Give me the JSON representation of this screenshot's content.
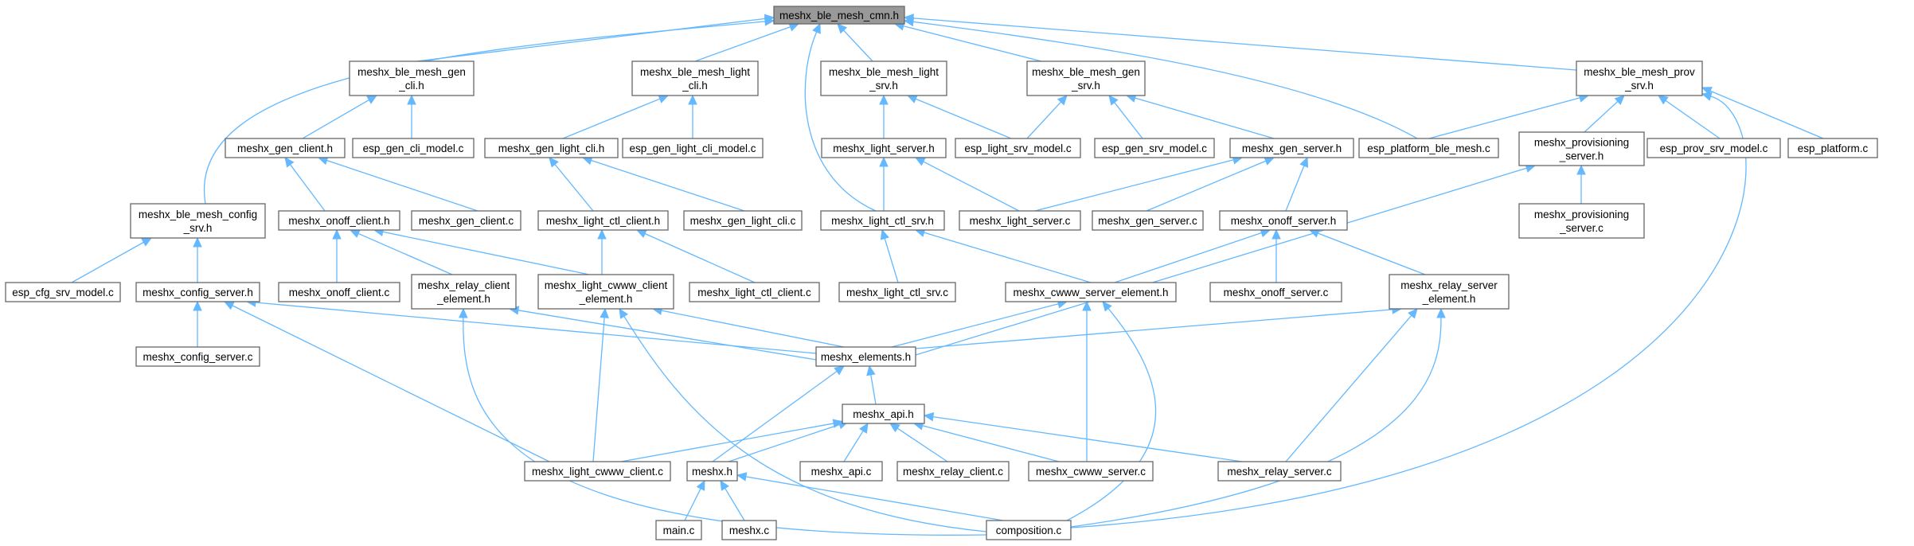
{
  "diagram": {
    "root": "meshx_ble_mesh_cmn.h",
    "nodes": [
      {
        "id": "cmn",
        "lines": [
          "meshx_ble_mesh_cmn.h"
        ],
        "root": true
      },
      {
        "id": "gencli_h",
        "lines": [
          "meshx_ble_mesh_gen",
          "_cli.h"
        ]
      },
      {
        "id": "lightcli_h",
        "lines": [
          "meshx_ble_mesh_light",
          "_cli.h"
        ]
      },
      {
        "id": "lightsrv_h",
        "lines": [
          "meshx_ble_mesh_light",
          "_srv.h"
        ]
      },
      {
        "id": "gensrv_h",
        "lines": [
          "meshx_ble_mesh_gen",
          "_srv.h"
        ]
      },
      {
        "id": "prov_h",
        "lines": [
          "meshx_ble_mesh_prov",
          "_srv.h"
        ]
      },
      {
        "id": "gen_client_h",
        "lines": [
          "meshx_gen_client.h"
        ]
      },
      {
        "id": "esp_gen_cli_model",
        "lines": [
          "esp_gen_cli_model.c"
        ]
      },
      {
        "id": "gen_light_cli_h",
        "lines": [
          "meshx_gen_light_cli.h"
        ]
      },
      {
        "id": "esp_gen_light_cli_model",
        "lines": [
          "esp_gen_light_cli_model.c"
        ]
      },
      {
        "id": "light_server_h",
        "lines": [
          "meshx_light_server.h"
        ]
      },
      {
        "id": "esp_light_srv_model",
        "lines": [
          "esp_light_srv_model.c"
        ]
      },
      {
        "id": "esp_gen_srv_model",
        "lines": [
          "esp_gen_srv_model.c"
        ]
      },
      {
        "id": "gen_server_h",
        "lines": [
          "meshx_gen_server.h"
        ]
      },
      {
        "id": "esp_platform_ble_mesh",
        "lines": [
          "esp_platform_ble_mesh.c"
        ]
      },
      {
        "id": "provisioning_server_h",
        "lines": [
          "meshx_provisioning",
          "_server.h"
        ]
      },
      {
        "id": "esp_prov_srv_model",
        "lines": [
          "esp_prov_srv_model.c"
        ]
      },
      {
        "id": "esp_platform",
        "lines": [
          "esp_platform.c"
        ]
      },
      {
        "id": "config_h",
        "lines": [
          "meshx_ble_mesh_config",
          "_srv.h"
        ]
      },
      {
        "id": "onoff_client_h",
        "lines": [
          "meshx_onoff_client.h"
        ]
      },
      {
        "id": "gen_client_c",
        "lines": [
          "meshx_gen_client.c"
        ]
      },
      {
        "id": "light_ctl_client_h",
        "lines": [
          "meshx_light_ctl_client.h"
        ]
      },
      {
        "id": "gen_light_cli_c",
        "lines": [
          "meshx_gen_light_cli.c"
        ]
      },
      {
        "id": "light_ctl_srv_h",
        "lines": [
          "meshx_light_ctl_srv.h"
        ]
      },
      {
        "id": "light_server_c",
        "lines": [
          "meshx_light_server.c"
        ]
      },
      {
        "id": "gen_server_c",
        "lines": [
          "meshx_gen_server.c"
        ]
      },
      {
        "id": "onoff_server_h",
        "lines": [
          "meshx_onoff_server.h"
        ]
      },
      {
        "id": "provisioning_server_c",
        "lines": [
          "meshx_provisioning",
          "_server.c"
        ]
      },
      {
        "id": "esp_cfg_srv_model",
        "lines": [
          "esp_cfg_srv_model.c"
        ]
      },
      {
        "id": "config_server_h",
        "lines": [
          "meshx_config_server.h"
        ]
      },
      {
        "id": "onoff_client_c",
        "lines": [
          "meshx_onoff_client.c"
        ]
      },
      {
        "id": "relay_client_element_h",
        "lines": [
          "meshx_relay_client",
          "_element.h"
        ]
      },
      {
        "id": "light_cwww_client_element_h",
        "lines": [
          "meshx_light_cwww_client",
          "_element.h"
        ]
      },
      {
        "id": "light_ctl_client_c",
        "lines": [
          "meshx_light_ctl_client.c"
        ]
      },
      {
        "id": "light_ctl_srv_c",
        "lines": [
          "meshx_light_ctl_srv.c"
        ]
      },
      {
        "id": "cwww_server_element_h",
        "lines": [
          "meshx_cwww_server_element.h"
        ]
      },
      {
        "id": "onoff_server_c",
        "lines": [
          "meshx_onoff_server.c"
        ]
      },
      {
        "id": "relay_server_element_h",
        "lines": [
          "meshx_relay_server",
          "_element.h"
        ]
      },
      {
        "id": "config_server_c",
        "lines": [
          "meshx_config_server.c"
        ]
      },
      {
        "id": "elements_h",
        "lines": [
          "meshx_elements.h"
        ]
      },
      {
        "id": "api_h",
        "lines": [
          "meshx_api.h"
        ]
      },
      {
        "id": "light_cwww_client_c",
        "lines": [
          "meshx_light_cwww_client.c"
        ]
      },
      {
        "id": "meshx_h",
        "lines": [
          "meshx.h"
        ]
      },
      {
        "id": "api_c",
        "lines": [
          "meshx_api.c"
        ]
      },
      {
        "id": "relay_client_c",
        "lines": [
          "meshx_relay_client.c"
        ]
      },
      {
        "id": "cwww_server_c",
        "lines": [
          "meshx_cwww_server.c"
        ]
      },
      {
        "id": "relay_server_c",
        "lines": [
          "meshx_relay_server.c"
        ]
      },
      {
        "id": "main_c",
        "lines": [
          "main.c"
        ]
      },
      {
        "id": "meshx_c",
        "lines": [
          "meshx.c"
        ]
      },
      {
        "id": "composition_c",
        "lines": [
          "composition.c"
        ]
      }
    ],
    "edges": [
      {
        "from": "gencli_h",
        "to": "cmn"
      },
      {
        "from": "lightcli_h",
        "to": "cmn"
      },
      {
        "from": "lightsrv_h",
        "to": "cmn"
      },
      {
        "from": "gensrv_h",
        "to": "cmn"
      },
      {
        "from": "prov_h",
        "to": "cmn"
      },
      {
        "from": "config_h",
        "to": "cmn"
      },
      {
        "from": "light_ctl_srv_h",
        "to": "cmn"
      },
      {
        "from": "esp_platform_ble_mesh",
        "to": "cmn"
      },
      {
        "from": "gen_client_h",
        "to": "gencli_h"
      },
      {
        "from": "esp_gen_cli_model",
        "to": "gencli_h"
      },
      {
        "from": "gen_light_cli_h",
        "to": "lightcli_h"
      },
      {
        "from": "esp_gen_light_cli_model",
        "to": "lightcli_h"
      },
      {
        "from": "light_server_h",
        "to": "lightsrv_h"
      },
      {
        "from": "esp_light_srv_model",
        "to": "lightsrv_h"
      },
      {
        "from": "esp_light_srv_model",
        "to": "gensrv_h"
      },
      {
        "from": "esp_gen_srv_model",
        "to": "gensrv_h"
      },
      {
        "from": "gen_server_h",
        "to": "gensrv_h"
      },
      {
        "from": "esp_platform_ble_mesh",
        "to": "prov_h"
      },
      {
        "from": "provisioning_server_h",
        "to": "prov_h"
      },
      {
        "from": "esp_prov_srv_model",
        "to": "prov_h"
      },
      {
        "from": "esp_platform",
        "to": "prov_h"
      },
      {
        "from": "composition_c",
        "to": "prov_h"
      },
      {
        "from": "onoff_client_h",
        "to": "gen_client_h"
      },
      {
        "from": "gen_client_c",
        "to": "gen_client_h"
      },
      {
        "from": "light_ctl_client_h",
        "to": "gen_light_cli_h"
      },
      {
        "from": "gen_light_cli_c",
        "to": "gen_light_cli_h"
      },
      {
        "from": "light_ctl_srv_h",
        "to": "light_server_h"
      },
      {
        "from": "light_server_c",
        "to": "light_server_h"
      },
      {
        "from": "light_server_c",
        "to": "gen_server_h"
      },
      {
        "from": "gen_server_c",
        "to": "gen_server_h"
      },
      {
        "from": "onoff_server_h",
        "to": "gen_server_h"
      },
      {
        "from": "provisioning_server_c",
        "to": "provisioning_server_h"
      },
      {
        "from": "elements_h",
        "to": "provisioning_server_h"
      },
      {
        "from": "esp_cfg_srv_model",
        "to": "config_h"
      },
      {
        "from": "config_server_h",
        "to": "config_h"
      },
      {
        "from": "onoff_client_c",
        "to": "onoff_client_h"
      },
      {
        "from": "relay_client_element_h",
        "to": "onoff_client_h"
      },
      {
        "from": "light_cwww_client_element_h",
        "to": "onoff_client_h"
      },
      {
        "from": "light_cwww_client_element_h",
        "to": "light_ctl_client_h"
      },
      {
        "from": "light_ctl_client_c",
        "to": "light_ctl_client_h"
      },
      {
        "from": "light_ctl_srv_c",
        "to": "light_ctl_srv_h"
      },
      {
        "from": "cwww_server_element_h",
        "to": "light_ctl_srv_h"
      },
      {
        "from": "cwww_server_element_h",
        "to": "onoff_server_h"
      },
      {
        "from": "onoff_server_c",
        "to": "onoff_server_h"
      },
      {
        "from": "relay_server_element_h",
        "to": "onoff_server_h"
      },
      {
        "from": "config_server_c",
        "to": "config_server_h"
      },
      {
        "from": "elements_h",
        "to": "config_server_h"
      },
      {
        "from": "light_cwww_client_c",
        "to": "config_server_h"
      },
      {
        "from": "elements_h",
        "to": "relay_client_element_h"
      },
      {
        "from": "composition_c",
        "to": "relay_client_element_h"
      },
      {
        "from": "elements_h",
        "to": "light_cwww_client_element_h"
      },
      {
        "from": "light_cwww_client_c",
        "to": "light_cwww_client_element_h"
      },
      {
        "from": "composition_c",
        "to": "light_cwww_client_element_h"
      },
      {
        "from": "elements_h",
        "to": "cwww_server_element_h"
      },
      {
        "from": "cwww_server_c",
        "to": "cwww_server_element_h"
      },
      {
        "from": "composition_c",
        "to": "cwww_server_element_h"
      },
      {
        "from": "elements_h",
        "to": "relay_server_element_h"
      },
      {
        "from": "relay_server_c",
        "to": "relay_server_element_h"
      },
      {
        "from": "composition_c",
        "to": "relay_server_element_h"
      },
      {
        "from": "api_h",
        "to": "elements_h"
      },
      {
        "from": "meshx_h",
        "to": "elements_h"
      },
      {
        "from": "light_cwww_client_c",
        "to": "api_h"
      },
      {
        "from": "meshx_h",
        "to": "api_h"
      },
      {
        "from": "api_c",
        "to": "api_h"
      },
      {
        "from": "relay_client_c",
        "to": "api_h"
      },
      {
        "from": "cwww_server_c",
        "to": "api_h"
      },
      {
        "from": "relay_server_c",
        "to": "api_h"
      },
      {
        "from": "main_c",
        "to": "meshx_h"
      },
      {
        "from": "meshx_c",
        "to": "meshx_h"
      },
      {
        "from": "composition_c",
        "to": "meshx_h"
      }
    ]
  },
  "colors": {
    "edge": "#63b8ff",
    "node_border": "#666666",
    "root_fill": "#999999",
    "node_fill": "#ffffff"
  }
}
